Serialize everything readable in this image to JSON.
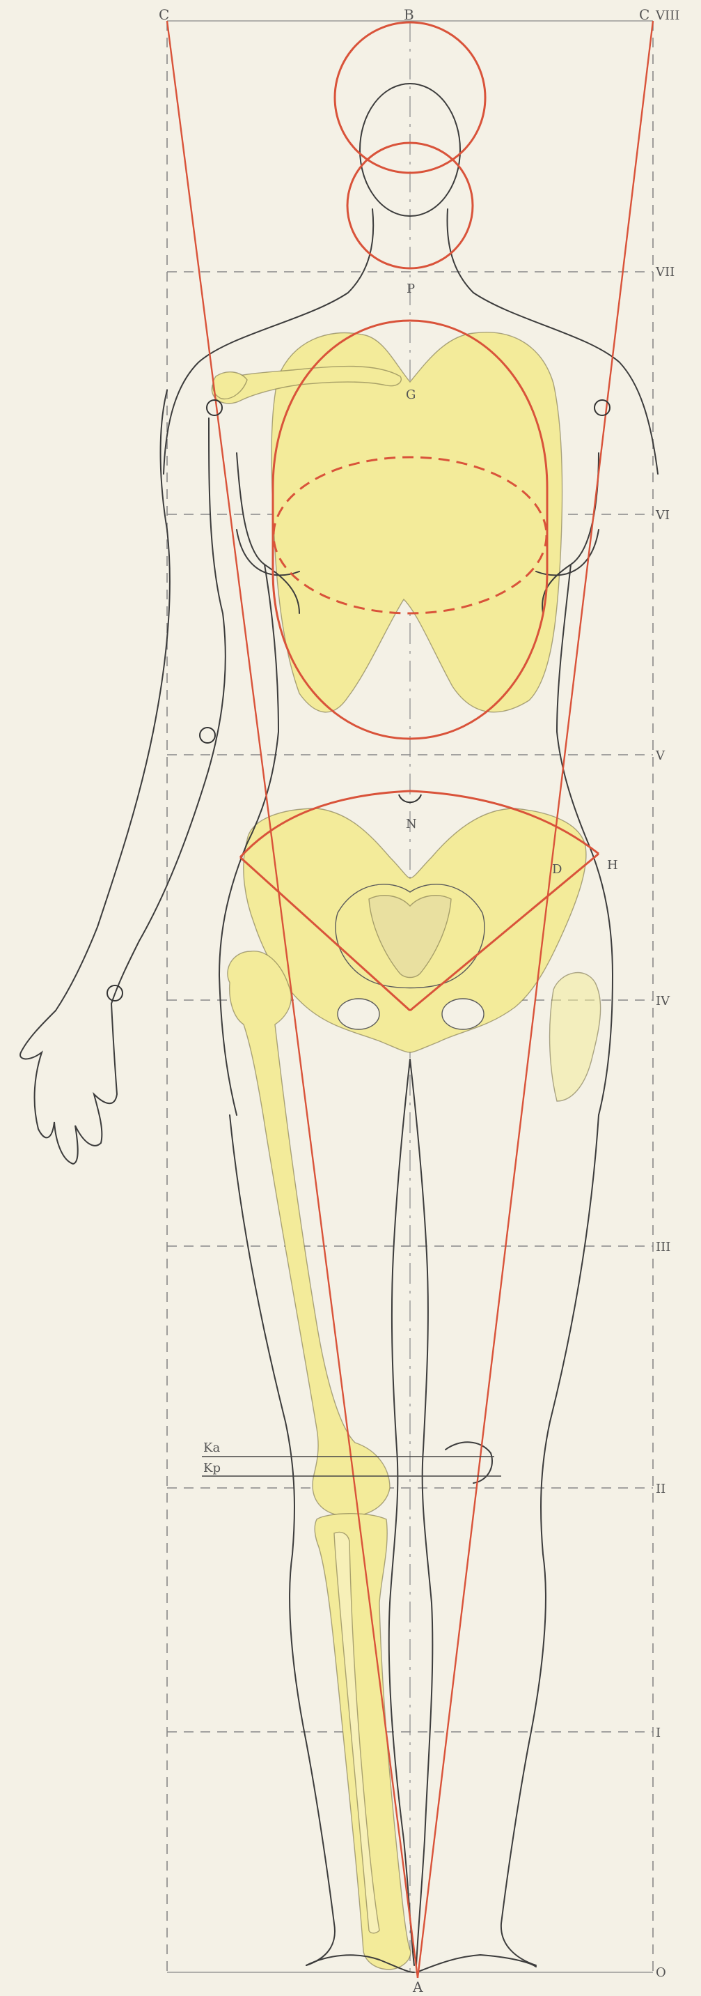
{
  "labels": {
    "top_left_c": "C",
    "top_b": "B",
    "top_right_c": "C",
    "point_p": "P",
    "point_g": "G",
    "point_n": "N",
    "point_d": "D",
    "point_h": "H",
    "point_a": "A",
    "knee_anterior": "Ka",
    "knee_posterior": "Kp"
  },
  "level_markers": [
    "VIII",
    "VII",
    "VI",
    "V",
    "IV",
    "III",
    "II",
    "I",
    "O"
  ],
  "colors": {
    "paper": "#f4f1e6",
    "bone_fill": "#f3eb9a",
    "construction_red": "#d9533a",
    "pencil": "#3c3c3c",
    "guide_dash": "#777777"
  }
}
